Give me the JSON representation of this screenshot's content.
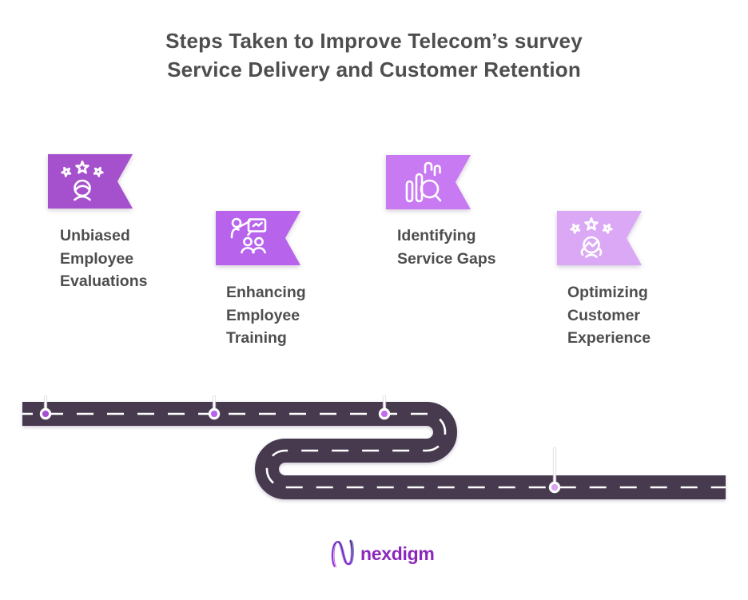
{
  "title": {
    "line1": "Steps Taken to Improve Telecom’s survey",
    "line2": "Service Delivery and Customer Retention"
  },
  "text_color": "#4e4e4e",
  "steps": [
    {
      "label": "Unbiased Employee Evaluations",
      "lines": [
        "Unbiased",
        "Employee",
        "Evaluations"
      ],
      "badge_color": "#a551cd",
      "marker_color": "#a84fd4",
      "icon": "stars-employee-icon"
    },
    {
      "label": "Enhancing Employee Training",
      "lines": [
        "Enhancing",
        "Employee",
        "Training"
      ],
      "badge_color": "#b763ec",
      "marker_color": "#b763ec",
      "icon": "trainer-presentation-icon"
    },
    {
      "label": "Identifying Service Gaps",
      "lines": [
        "Identifying",
        "Service Gaps"
      ],
      "badge_color": "#c87af2",
      "marker_color": "#c06cf0",
      "icon": "bar-chart-magnifier-icon"
    },
    {
      "label": "Optimizing Customer Experience",
      "lines": [
        "Optimizing",
        "Customer",
        "Experience"
      ],
      "badge_color": "#dba8f5",
      "marker_color": "#d9a2f0",
      "icon": "stars-customer-icon"
    }
  ],
  "road": {
    "color": "#473a4f",
    "lane_dash_color": "#ffffff",
    "marker_ring_color": "#ffffff"
  },
  "logo": {
    "text": "nexdigm",
    "text_color": "#8b28bb"
  }
}
